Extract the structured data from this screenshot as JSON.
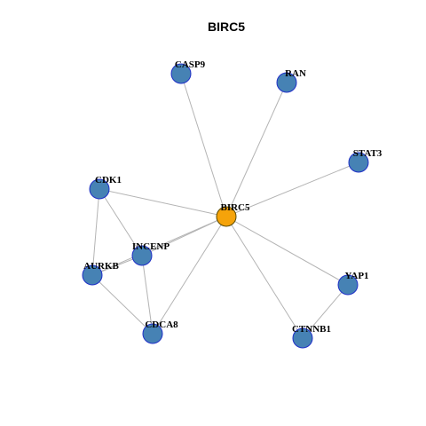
{
  "title": "BIRC5",
  "colors": {
    "hub_fill": "#f5a30a",
    "hub_stroke": "#5a4a00",
    "node_fill": "#4682b4",
    "node_stroke": "#1f2fc8",
    "edge": "#b4b4b4"
  },
  "nodes": [
    {
      "id": "BIRC5",
      "label": "BIRC5",
      "hub": true
    },
    {
      "id": "CASP9",
      "label": "CASP9",
      "hub": false
    },
    {
      "id": "RAN",
      "label": "RAN",
      "hub": false
    },
    {
      "id": "STAT3",
      "label": "STAT3",
      "hub": false
    },
    {
      "id": "CDK1",
      "label": "CDK1",
      "hub": false
    },
    {
      "id": "INCENP",
      "label": "INCENP",
      "hub": false
    },
    {
      "id": "AURKB",
      "label": "AURKB",
      "hub": false
    },
    {
      "id": "YAP1",
      "label": "YAP1",
      "hub": false
    },
    {
      "id": "CDCA8",
      "label": "CDCA8",
      "hub": false
    },
    {
      "id": "CTNNB1",
      "label": "CTNNB1",
      "hub": false
    }
  ],
  "edges": [
    [
      "BIRC5",
      "CASP9"
    ],
    [
      "BIRC5",
      "RAN"
    ],
    [
      "BIRC5",
      "STAT3"
    ],
    [
      "BIRC5",
      "CDK1"
    ],
    [
      "BIRC5",
      "INCENP"
    ],
    [
      "BIRC5",
      "AURKB"
    ],
    [
      "BIRC5",
      "CDCA8"
    ],
    [
      "BIRC5",
      "YAP1"
    ],
    [
      "BIRC5",
      "CTNNB1"
    ],
    [
      "CDK1",
      "INCENP"
    ],
    [
      "CDK1",
      "AURKB"
    ],
    [
      "INCENP",
      "AURKB"
    ],
    [
      "INCENP",
      "CDCA8"
    ],
    [
      "AURKB",
      "CDCA8"
    ],
    [
      "YAP1",
      "CTNNB1"
    ]
  ]
}
